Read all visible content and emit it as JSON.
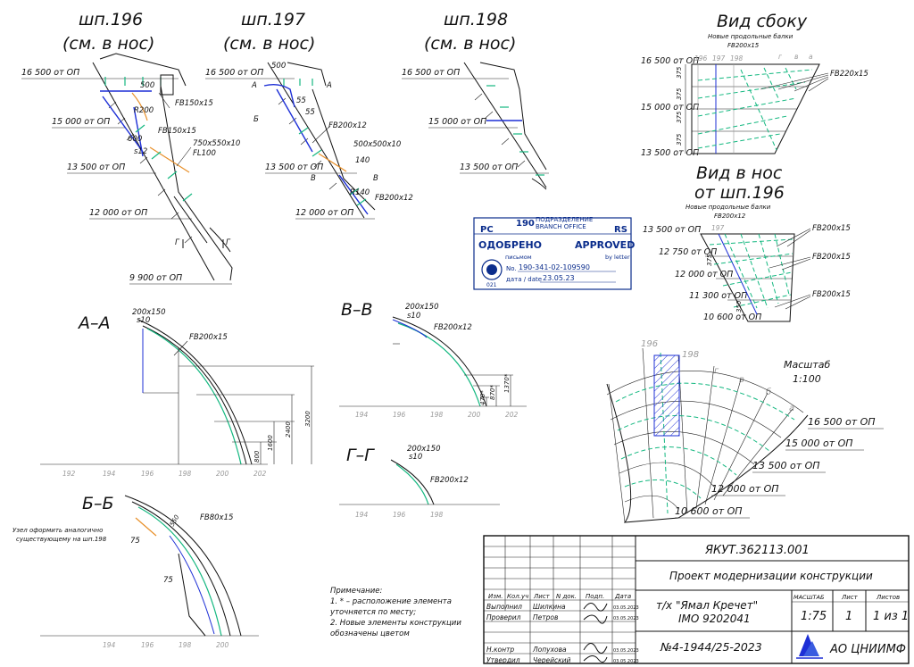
{
  "frames": {
    "f196": {
      "title": "шп.196",
      "sub": "(см. в нос)"
    },
    "f197": {
      "title": "шп.197",
      "sub": "(см. в нос)"
    },
    "f198": {
      "title": "шп.198",
      "sub": "(см. в нос)"
    }
  },
  "levels": {
    "l16500": "16 500 от ОП",
    "l15000": "15 000 от ОП",
    "l13500": "13 500 от ОП",
    "l12000": "12 000 от ОП",
    "l9900": "9 900 от ОП",
    "l12750": "12 750 от ОП",
    "l11300": "11 300 от ОП",
    "l10600": "10 600 от ОП"
  },
  "labels": {
    "fb150x15": "FB150x15",
    "fb200x12": "FB200x12",
    "fb200x15": "FB200x15",
    "fb220x15": "FB220x15",
    "fb80x15": "FB80x15",
    "bracket750": "750x550x10",
    "fl100": "FL100",
    "bracket500": "500x500x10",
    "s12": "s12",
    "s10": "s10",
    "plate200": "200x150",
    "r200": "R200",
    "r140": "R140",
    "d500": "500",
    "d600": "600",
    "d55": "55",
    "d140": "140",
    "d75": "75",
    "d550": "550",
    "d375": "375",
    "d350": "350",
    "d3200": "3200",
    "d2400": "2400",
    "d1600": "1600",
    "d800": "800",
    "d1370": "1370*",
    "d870": "870*",
    "d470": "470*"
  },
  "markers": {
    "A": "А",
    "B": "Б",
    "V": "В",
    "G": "Г"
  },
  "sections": {
    "aa": "А–А",
    "bb": "Б–Б",
    "vv": "В–В",
    "gg": "Г–Г"
  },
  "ticks": [
    "192",
    "194",
    "196",
    "198",
    "200",
    "202"
  ],
  "side_view": {
    "title": "Вид сбоку",
    "note": "Новые продольные балки",
    "beam": "FB200x15",
    "frames": [
      "196",
      "197",
      "198"
    ],
    "letters": [
      "г",
      "в",
      "а"
    ]
  },
  "fwd_view": {
    "title_1": "Вид в нос",
    "title_2": "от шп.196",
    "note": "Новые продольные балки",
    "beam": "FB200x12",
    "frame": "197"
  },
  "scale_view": {
    "title": "Масштаб",
    "value": "1:100",
    "frames": [
      "196",
      "198"
    ],
    "letters": [
      "г",
      "в",
      "б",
      "а"
    ]
  },
  "node_note": {
    "line1": "Узел оформить аналогично",
    "line2": "существующему на шп.198"
  },
  "notes": {
    "title": "Примечание:",
    "line1": "1. * – расположение элемента",
    "line2": "уточняется по месту;",
    "line3": "2. Новые элементы конструкции",
    "line4": "обозначены цветом"
  },
  "stamp": {
    "rs_left": "РС",
    "number": "190",
    "dept_ru": "ПОДРАЗДЕЛЕНИЕ",
    "dept_en": "BRANCH OFFICE",
    "rs_right": "RS",
    "approved_ru": "ОДОБРЕНО",
    "approved_en": "APPROVED",
    "by_letter_ru": "письмом",
    "by_letter_en": "by letter",
    "no_label": "No.",
    "no_value": "190-341-02-109590",
    "date_label": "дата / date",
    "date_value": "23.05.23",
    "code": "021"
  },
  "title_block": {
    "doc_code": "ЯКУТ.362113.001",
    "project": "Проект модернизации конструкции",
    "vessel": "т/х \"Ямал Кречет\"",
    "imo": "IMO 9202041",
    "doc_number": "№4-1944/25-2023",
    "org": "АО ЦНИИМФ",
    "col_headers": [
      "Изм.",
      "Кол.уч",
      "Лист",
      "N док.",
      "Подп.",
      "Дата"
    ],
    "roles": [
      "Выполнил",
      "Проверил",
      "Н.контр",
      "Утвердил"
    ],
    "names": [
      "Шилкина",
      "Петров",
      "Лопухова",
      "Черейский"
    ],
    "dates": [
      "03.05.2023",
      "03.05.2023",
      "03.05.2023",
      "03.05.2023"
    ],
    "scale_label": "МАСШТАБ",
    "sheet_label": "Лист",
    "sheets_label": "Листов",
    "scale": "1:75",
    "sheet": "1",
    "sheets": "1 из 1"
  },
  "colors": {
    "blue": "#1d2fd6",
    "green": "#14b880",
    "orange": "#e8902a",
    "stamp": "#0b2d8c"
  }
}
